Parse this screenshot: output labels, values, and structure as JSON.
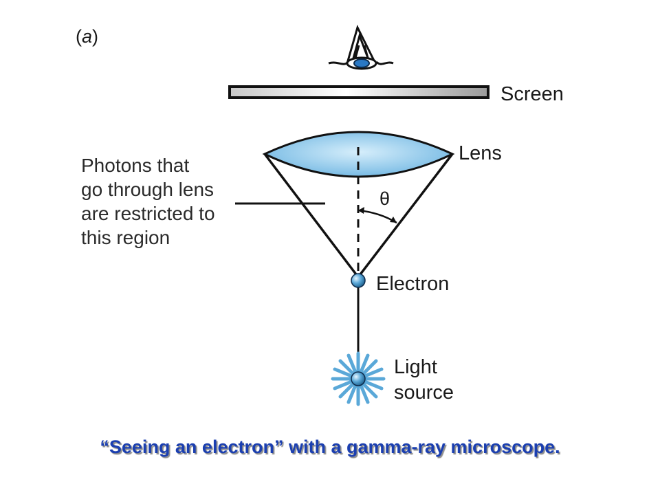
{
  "panel_label": "a",
  "labels": {
    "screen": "Screen",
    "lens": "Lens",
    "angle": "θ",
    "electron": "Electron",
    "light_line1": "Light",
    "light_line2": "source",
    "note_line1": "Photons that",
    "note_line2": "go through lens",
    "note_line3": "are restricted to",
    "note_line4": "this region"
  },
  "caption": "“Seeing an electron” with a gamma-ray microscope.",
  "colors": {
    "accent_blue": "#5aa8d8",
    "lens_fill": "#9fd0ee",
    "caption": "#1b3fb0"
  },
  "icons": [
    "eye-icon",
    "light-source-icon"
  ]
}
